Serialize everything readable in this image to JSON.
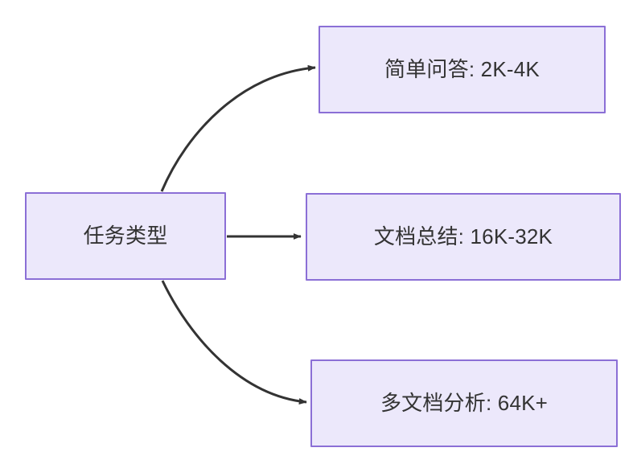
{
  "diagram": {
    "type": "flowchart",
    "direction": "left-to-right",
    "background_color": "#ffffff",
    "node_fill_color": "#ECE8FB",
    "node_border_color": "#8B6FD6",
    "node_text_color": "#333333",
    "edge_color": "#333333",
    "root": {
      "id": "task-type",
      "label": "任务类型"
    },
    "branches": [
      {
        "id": "simple-qa",
        "label": "简单问答: 2K-4K",
        "task": "简单问答",
        "token_range": "2K-4K",
        "edge_style": "curved"
      },
      {
        "id": "doc-summary",
        "label": "文档总结: 16K-32K",
        "task": "文档总结",
        "token_range": "16K-32K",
        "edge_style": "straight"
      },
      {
        "id": "multi-doc",
        "label": "多文档分析: 64K+",
        "task": "多文档分析",
        "token_range": "64K+",
        "edge_style": "curved"
      }
    ]
  }
}
